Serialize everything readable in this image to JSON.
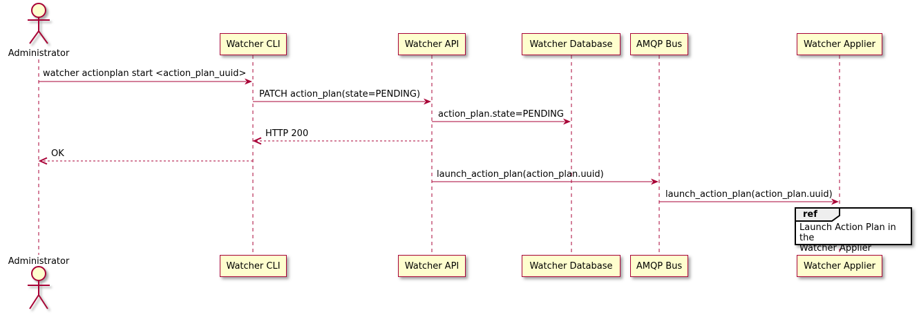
{
  "diagram": {
    "kind": "sequence-diagram",
    "actor": {
      "label": "Administrator"
    },
    "participants": [
      {
        "label": "Watcher CLI"
      },
      {
        "label": "Watcher API"
      },
      {
        "label": "Watcher Database"
      },
      {
        "label": "AMQP Bus"
      },
      {
        "label": "Watcher Applier"
      }
    ],
    "messages": [
      {
        "from": "Administrator",
        "to": "Watcher CLI",
        "line": "solid",
        "label": "watcher actionplan start <action_plan_uuid>"
      },
      {
        "from": "Watcher CLI",
        "to": "Watcher API",
        "line": "solid",
        "label": "PATCH action_plan(state=PENDING)"
      },
      {
        "from": "Watcher API",
        "to": "Watcher Database",
        "line": "solid",
        "label": "action_plan.state=PENDING"
      },
      {
        "from": "Watcher API",
        "to": "Watcher CLI",
        "line": "dashed",
        "label": "HTTP 200"
      },
      {
        "from": "Watcher CLI",
        "to": "Administrator",
        "line": "dashed",
        "label": "OK"
      },
      {
        "from": "Watcher API",
        "to": "AMQP Bus",
        "line": "solid",
        "label": "launch_action_plan(action_plan.uuid)"
      },
      {
        "from": "AMQP Bus",
        "to": "Watcher Applier",
        "line": "solid",
        "label": "launch_action_plan(action_plan.uuid)"
      }
    ],
    "ref_fragment": {
      "keyword": "ref",
      "text": "Launch Action Plan in the\nWatcher Applier"
    },
    "colors": {
      "participant_fill": "#FEFECE",
      "line_red": "#A80036",
      "text": "#000000",
      "ref_header_fill": "#EEEEEE",
      "ref_border": "#000000",
      "background": "#FFFFFF"
    }
  }
}
